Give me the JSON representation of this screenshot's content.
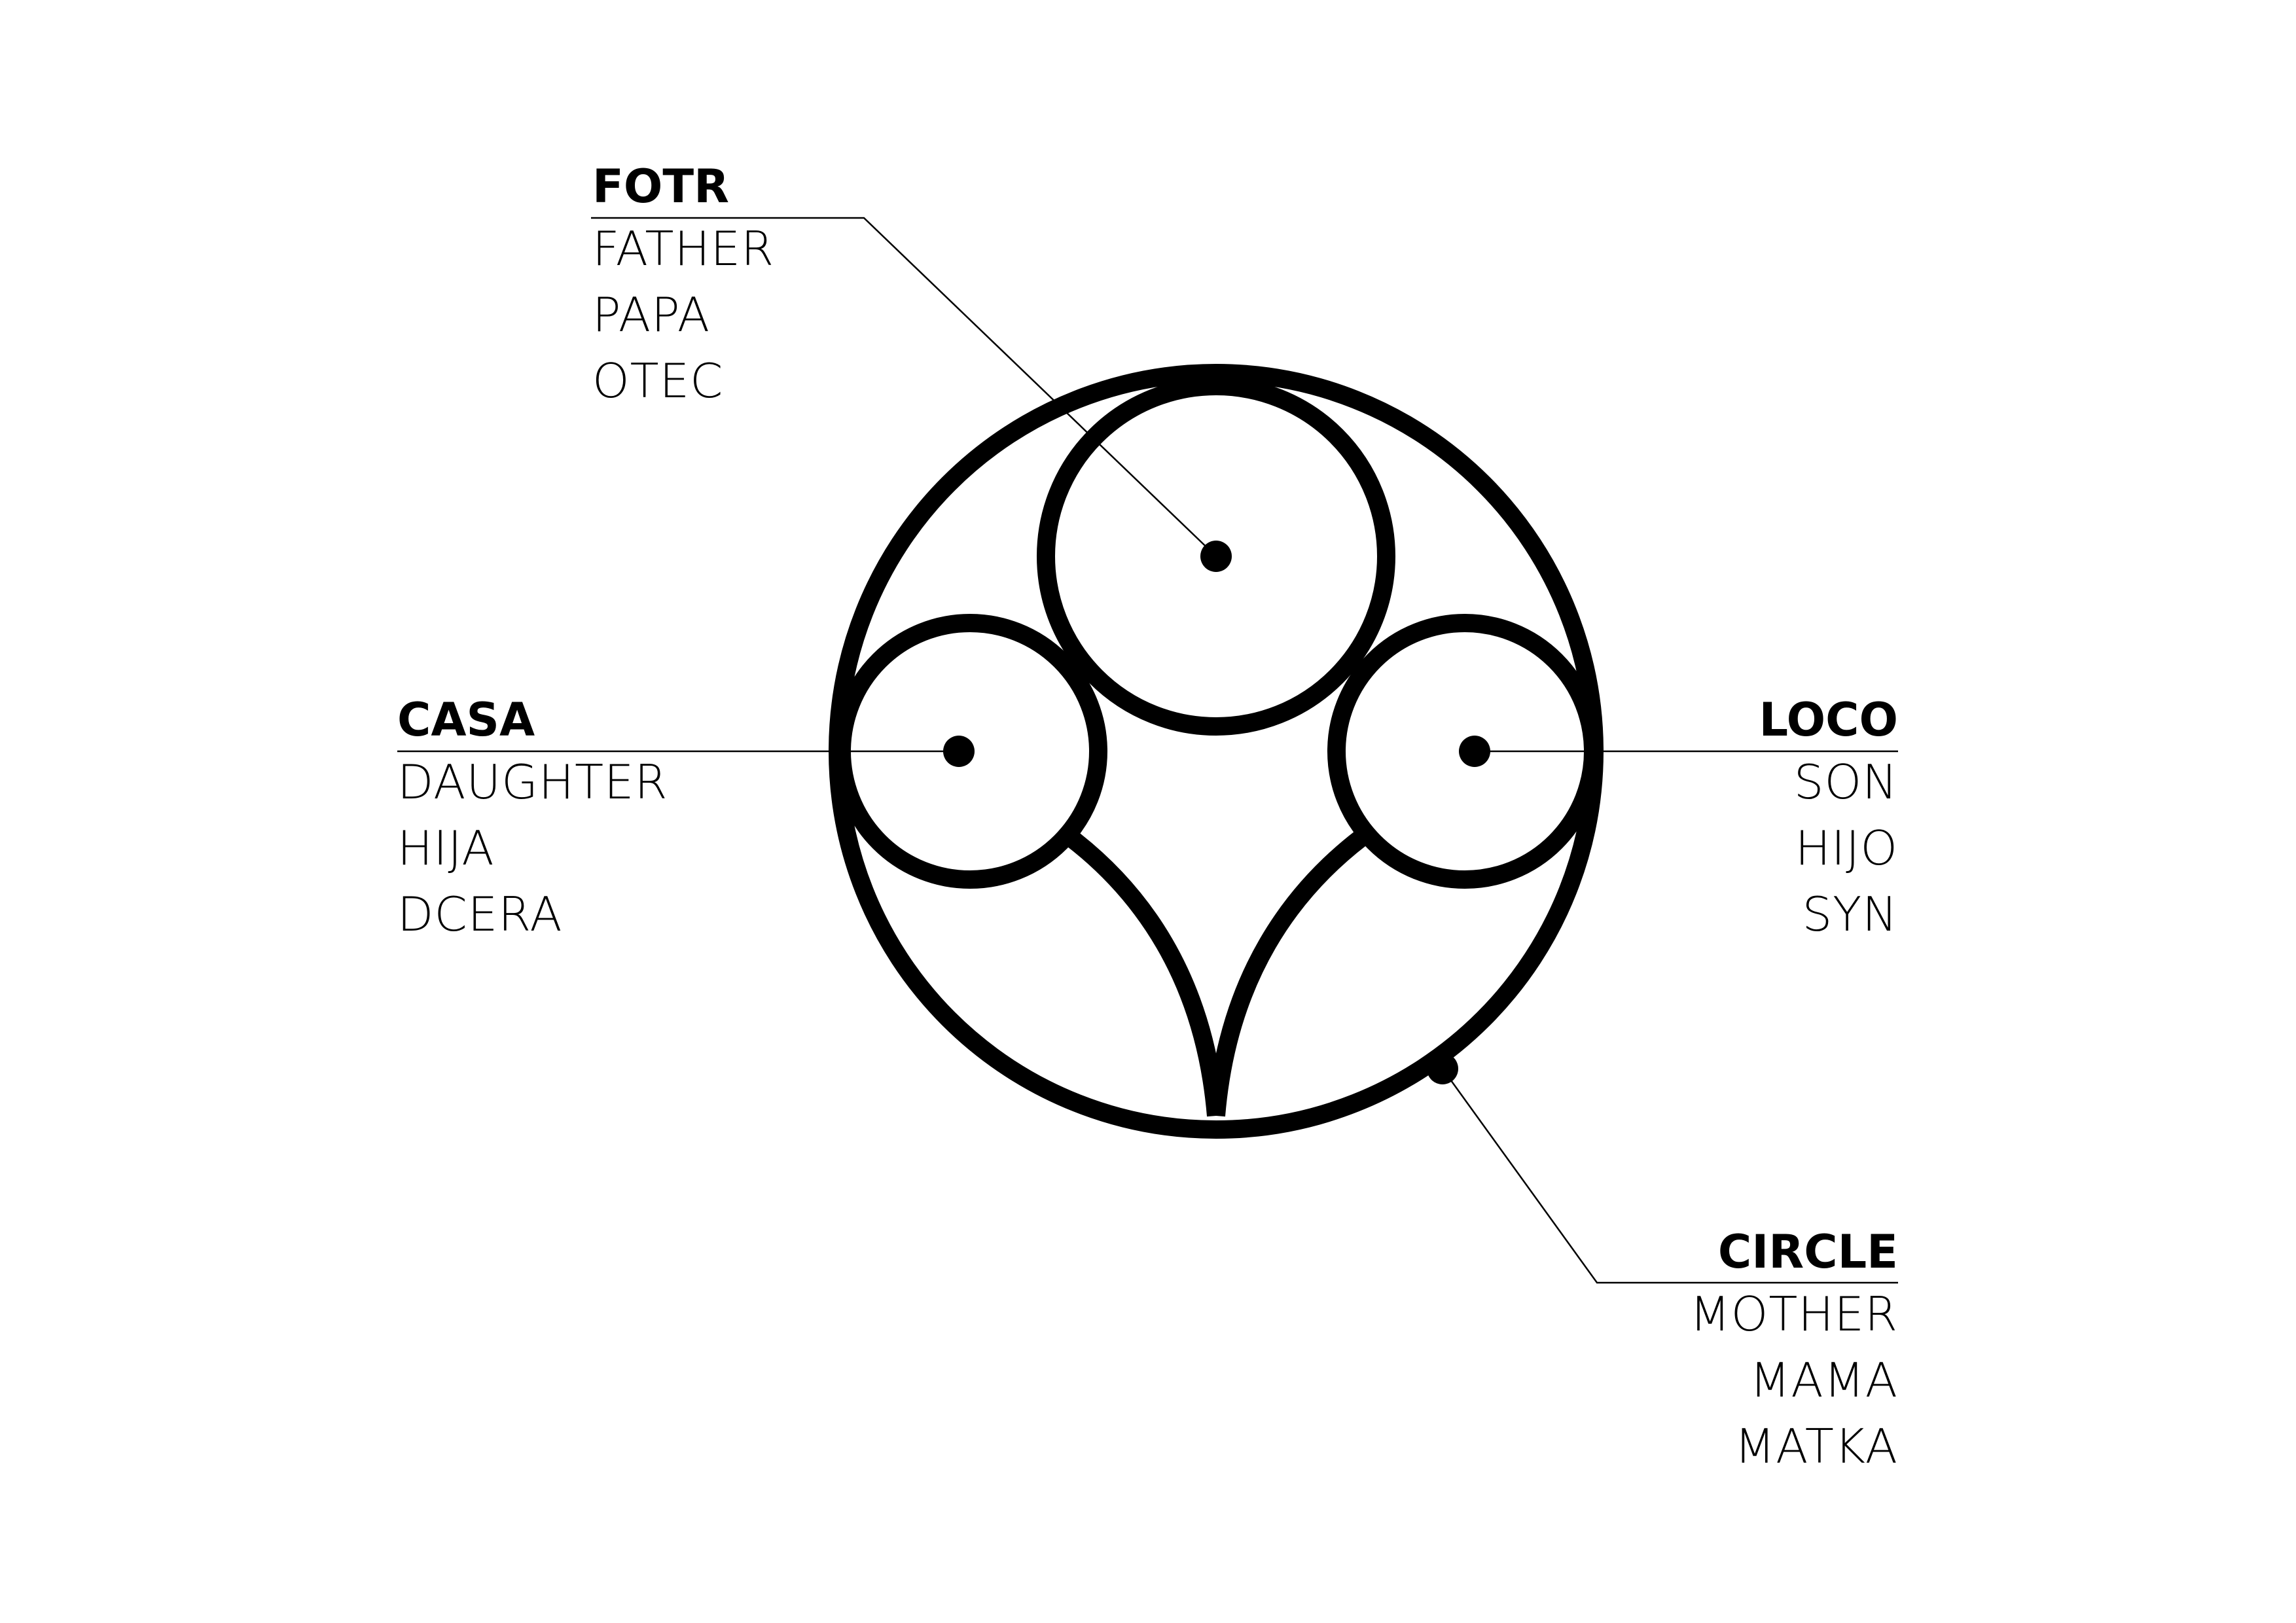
{
  "labels": {
    "father": {
      "name": "FOTR",
      "lines": [
        "FATHER",
        "PAPA",
        "OTEC"
      ]
    },
    "daughter": {
      "name": "CASA",
      "lines": [
        "DAUGHTER",
        "HIJA",
        "DCERA"
      ]
    },
    "son": {
      "name": "LOCO",
      "lines": [
        "SON",
        "HIJO",
        "SYN"
      ]
    },
    "mother": {
      "name": "CIRCLE",
      "lines": [
        "MOTHER",
        "MAMA",
        "MATKA"
      ]
    }
  },
  "colors": {
    "stroke": "#000000",
    "background": "#ffffff"
  }
}
